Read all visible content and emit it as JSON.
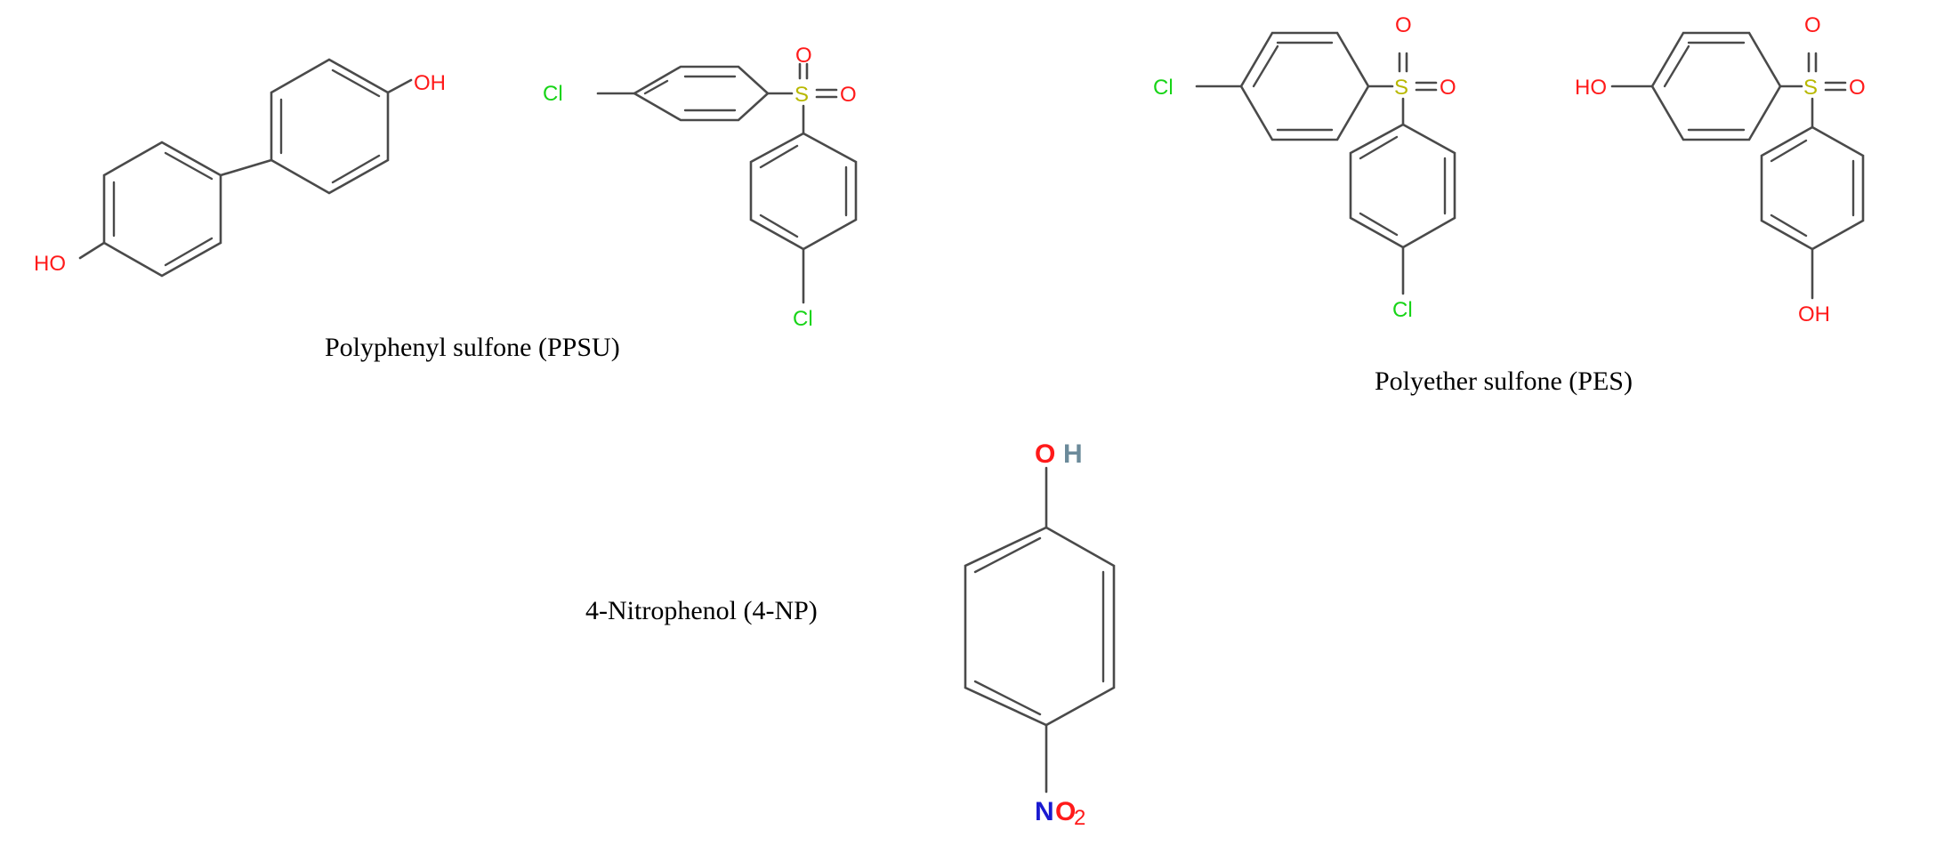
{
  "labels": {
    "ppsu": "Polyphenyl sulfone (PPSU)",
    "pes": "Polyether sulfone (PES)",
    "np": "4-Nitrophenol (4-NP)"
  },
  "atoms": {
    "oh": "OH",
    "ho": "HO",
    "cl": "Cl",
    "s": "S",
    "o": "O",
    "np_o": "O",
    "np_h": "H",
    "np_n": "N",
    "np_o2": "O",
    "np_sub2": "2"
  },
  "colors": {
    "oxygen": "#ff1a1a",
    "chlorine": "#17d417",
    "sulfur": "#b8b800",
    "nitrogen": "#1a1ad0",
    "hydrogen": "#6b8a9a",
    "bond": "#4a4a4a"
  }
}
